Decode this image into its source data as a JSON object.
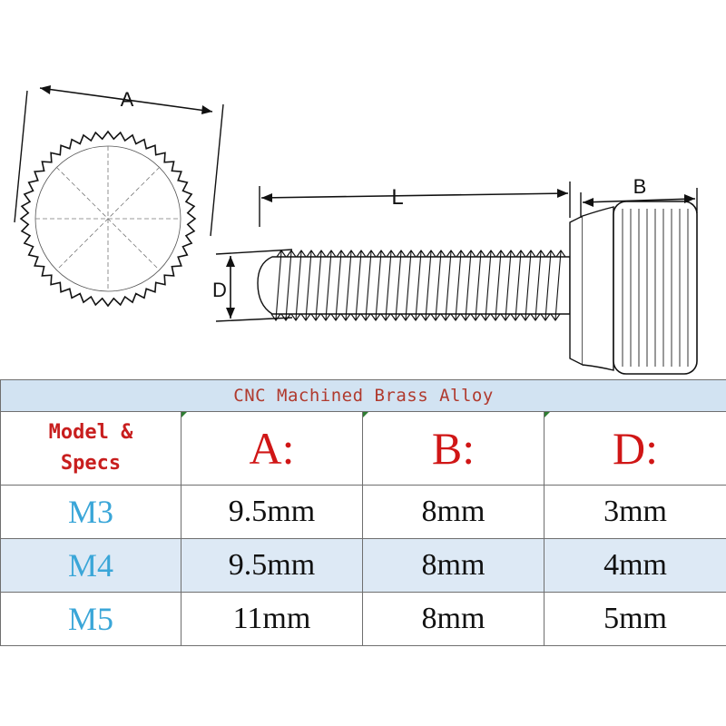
{
  "diagram": {
    "labels": {
      "A": "A",
      "B": "B",
      "L": "L",
      "D": "D"
    }
  },
  "table": {
    "caption": "CNC Machined Brass Alloy",
    "header": {
      "model_line1": "Model &",
      "model_line2": "Specs",
      "A": "A",
      "B": "B",
      "D": "D",
      "colon": ":"
    },
    "rows": [
      {
        "model": "M3",
        "A": "9.5mm",
        "B": "8mm",
        "D": "3mm"
      },
      {
        "model": "M4",
        "A": "9.5mm",
        "B": "8mm",
        "D": "4mm"
      },
      {
        "model": "M5",
        "A": "11mm",
        "B": "8mm",
        "D": "5mm"
      }
    ]
  },
  "colors": {
    "caption_bg": "#d2e3f2",
    "header_text": "#d01616",
    "model_text": "#3aa6d8",
    "alt_row_bg": "#dde9f5"
  }
}
